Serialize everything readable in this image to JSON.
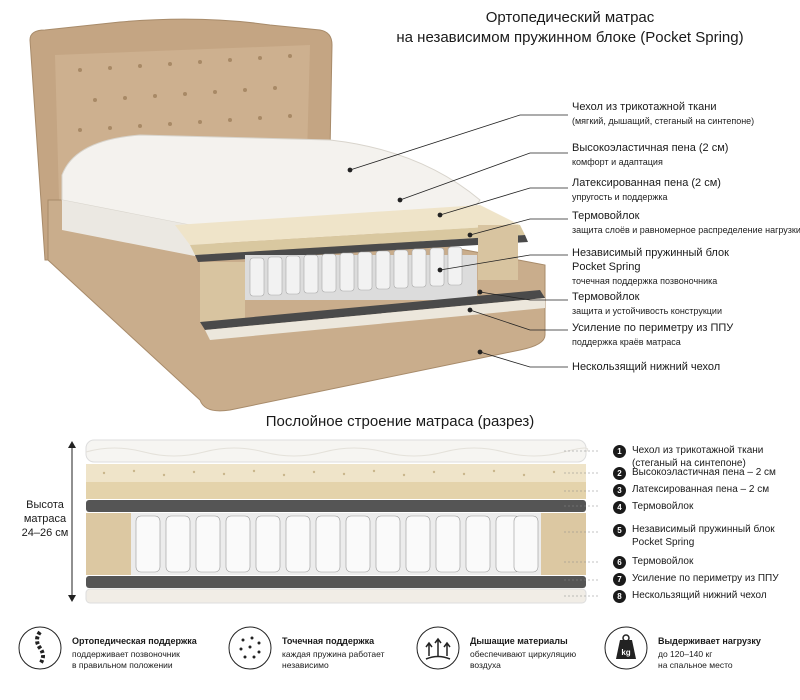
{
  "header": {
    "title_line1": "Ортопедический матрас",
    "title_line2": "на независимом пружинном блоке (Pocket Spring)"
  },
  "callouts": [
    {
      "title": "Чехол из трикотажной ткани",
      "sub": "(мягкий, дышащий, стеганый на синтепоне)"
    },
    {
      "title": "Высокоэластичная пена (2 см)",
      "sub": "комфорт и адаптация"
    },
    {
      "title": "Латексированная пена (2 см)",
      "sub": "упругость и поддержка"
    },
    {
      "title": "Термовойлок",
      "sub": "защита слоёв и равномерное распределение нагрузки"
    },
    {
      "title": "Независимый пружинный блок",
      "title2": "Pocket Spring",
      "sub": "точечная поддержка позвоночника"
    },
    {
      "title": "Термовойлок",
      "sub": "защита и устойчивость конструкции"
    },
    {
      "title": "Усиление по периметру из ППУ",
      "sub": "поддержка краёв матраса"
    },
    {
      "title": "Нескользящий нижний чехол"
    }
  ],
  "section": {
    "title": "Послойное строение матраса (разрез)"
  },
  "height": {
    "line1": "Высота",
    "line2": "матраса",
    "line3": "24–26 см"
  },
  "legend": [
    {
      "num": "1",
      "label": "Чехол из трикотажной ткани",
      "label2": "(стеганый на синтепоне)"
    },
    {
      "num": "2",
      "label": "Высокоэластичная пена – 2 см"
    },
    {
      "num": "3",
      "label": "Латексированная пена – 2 см"
    },
    {
      "num": "4",
      "label": "Термовойлок"
    },
    {
      "num": "5",
      "label": "Независимый пружинный блок",
      "label2": "Pocket Spring"
    },
    {
      "num": "6",
      "label": "Термовойлок"
    },
    {
      "num": "7",
      "label": "Усиление по периметру из ППУ"
    },
    {
      "num": "8",
      "label": "Нескользящий нижний чехол"
    }
  ],
  "features": [
    {
      "icon": "spine-icon",
      "title": "Ортопедическая поддержка",
      "d1": "поддерживает позвоночник",
      "d2": "в правильном положении"
    },
    {
      "icon": "dots-icon",
      "title": "Точечная поддержка",
      "d1": "каждая пружина работает",
      "d2": "независимо"
    },
    {
      "icon": "breathable-icon",
      "title": "Дышащие материалы",
      "d1": "обеспечивают циркуляцию",
      "d2": "воздуха"
    },
    {
      "icon": "weight-icon",
      "title": "Выдерживает нагрузку",
      "d1": "до 120–140 кг",
      "d2": "на спальное место",
      "badge": "kg"
    }
  ],
  "colors": {
    "bed": "#c9ad8c",
    "foam": "#efe4c9",
    "felt": "#4a4a4a",
    "spring": "#e8e8e8",
    "ink": "#1a1a1a"
  }
}
